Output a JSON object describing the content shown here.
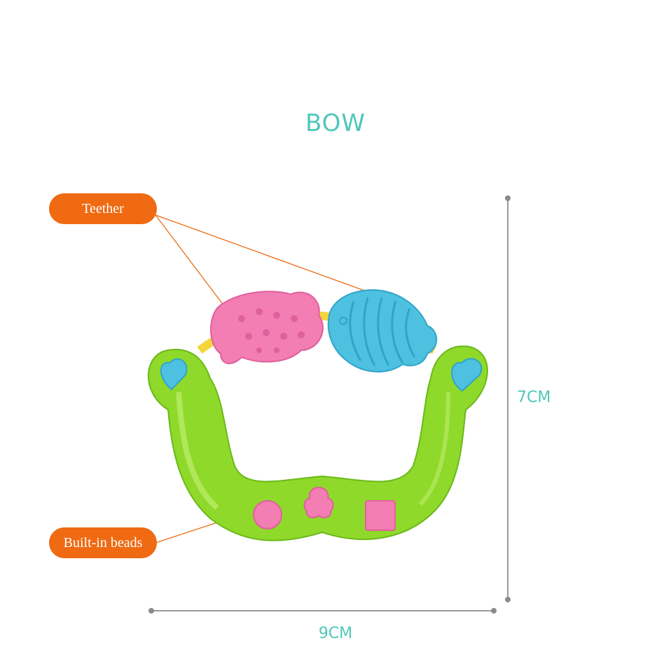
{
  "title": "BOW",
  "callouts": {
    "teether": "Teether",
    "beads": "Built-in beads"
  },
  "dimensions": {
    "width_label": "9CM",
    "height_label": "7CM"
  },
  "colors": {
    "accent": "#4fc7ba",
    "callout": "#ef6a12",
    "toy_body": "#8fd92a",
    "teether_pink": "#f27eb3",
    "teether_blue": "#4ec0e0"
  }
}
